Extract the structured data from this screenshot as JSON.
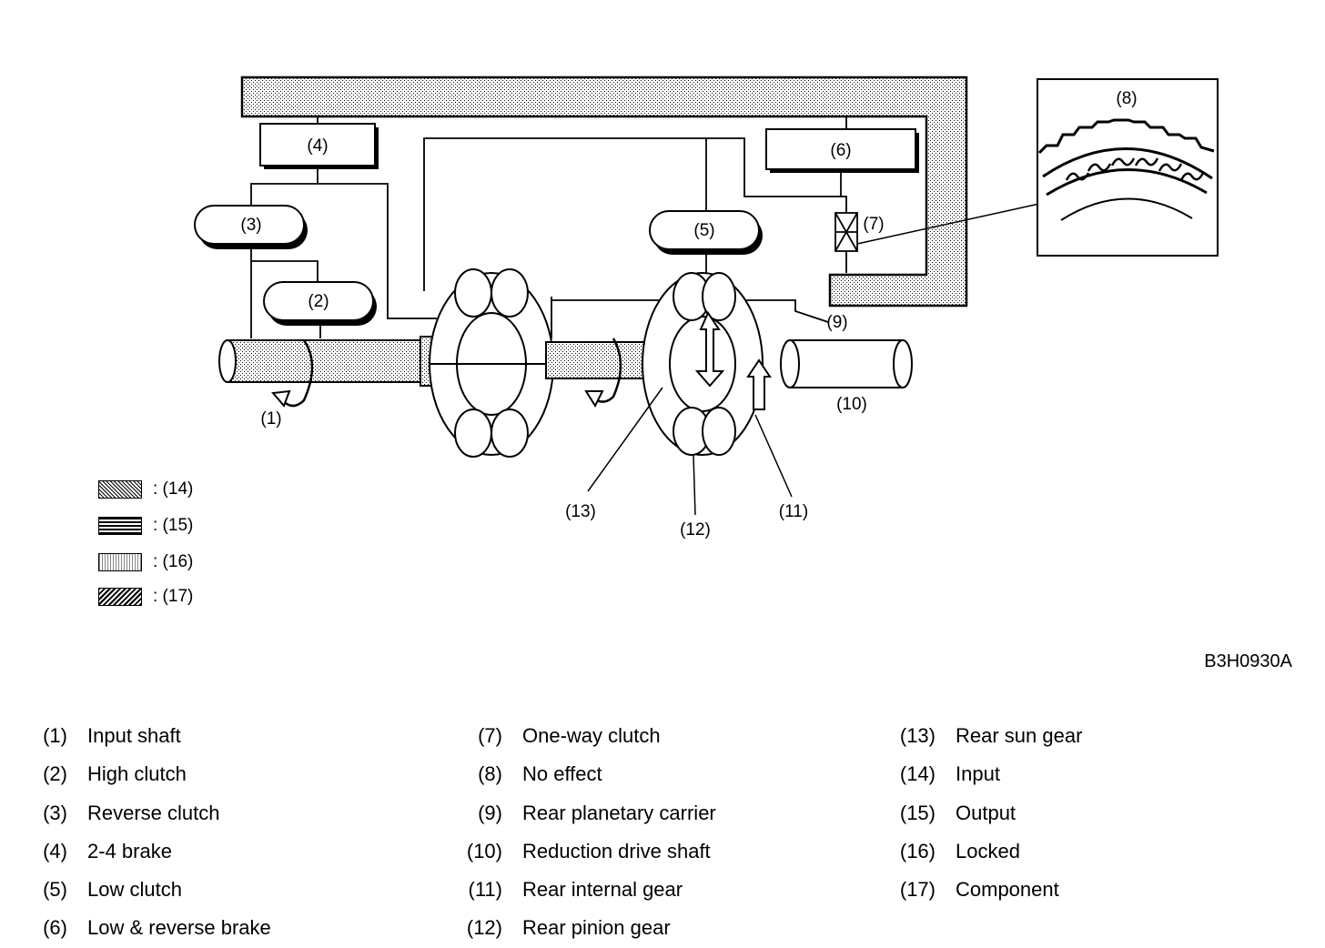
{
  "diagram": {
    "callouts": {
      "c1": "(1)",
      "c2": "(2)",
      "c3": "(3)",
      "c4": "(4)",
      "c5": "(5)",
      "c6": "(6)",
      "c7": "(7)",
      "c8": "(8)",
      "c9": "(9)",
      "c10": "(10)",
      "c11": "(11)",
      "c12": "(12)",
      "c13": "(13)"
    },
    "figure_code": "B3H0930A"
  },
  "legend": [
    {
      "label": ": (14)"
    },
    {
      "label": ": (15)"
    },
    {
      "label": ": (16)"
    },
    {
      "label": ": (17)"
    }
  ],
  "key": {
    "col1": [
      {
        "num": "(1)",
        "text": "Input shaft"
      },
      {
        "num": "(2)",
        "text": "High clutch"
      },
      {
        "num": "(3)",
        "text": "Reverse clutch"
      },
      {
        "num": "(4)",
        "text": "2-4 brake"
      },
      {
        "num": "(5)",
        "text": "Low clutch"
      },
      {
        "num": "(6)",
        "text": "Low & reverse brake"
      }
    ],
    "col2": [
      {
        "num": "(7)",
        "text": "One-way clutch"
      },
      {
        "num": "(8)",
        "text": "No effect"
      },
      {
        "num": "(9)",
        "text": "Rear planetary carrier"
      },
      {
        "num": "(10)",
        "text": "Reduction drive shaft"
      },
      {
        "num": "(11)",
        "text": "Rear internal gear"
      },
      {
        "num": "(12)",
        "text": "Rear pinion gear"
      }
    ],
    "col3": [
      {
        "num": "(13)",
        "text": "Rear sun gear"
      },
      {
        "num": "(14)",
        "text": "Input"
      },
      {
        "num": "(15)",
        "text": "Output"
      },
      {
        "num": "(16)",
        "text": "Locked"
      },
      {
        "num": "(17)",
        "text": "Component"
      }
    ]
  }
}
